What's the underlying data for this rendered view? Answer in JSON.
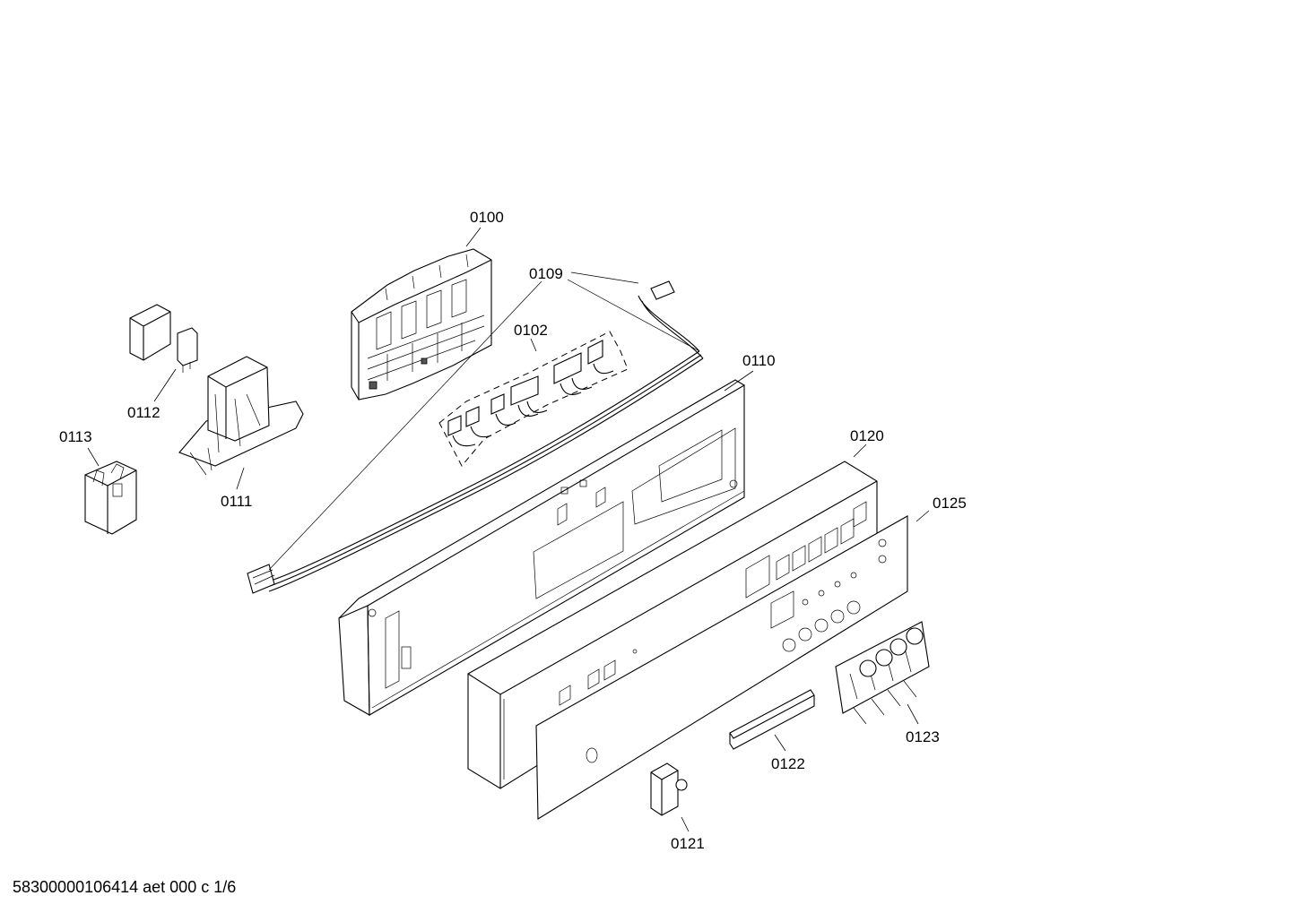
{
  "labels": {
    "p0100": "0100",
    "p0102": "0102",
    "p0109": "0109",
    "p0110": "0110",
    "p0111": "0111",
    "p0112": "0112",
    "p0113": "0113",
    "p0120": "0120",
    "p0121": "0121",
    "p0122": "0122",
    "p0123": "0123",
    "p0125": "0125"
  },
  "footer": {
    "doc_code": "58300000106414 aet 000 c 1/6"
  }
}
